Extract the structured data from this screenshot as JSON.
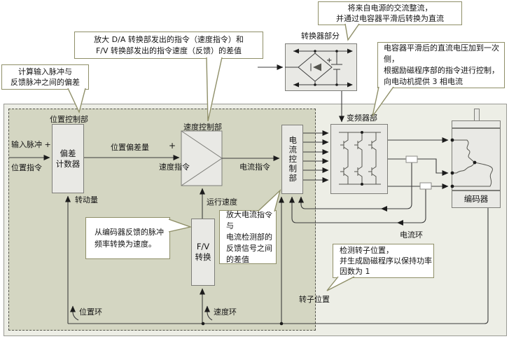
{
  "colors": {
    "callout_border": "#8f8f68",
    "outer_box_fill": "#edeee6",
    "dashed_box_fill": "#d4d6c2",
    "block_fill": "#e9e9e5",
    "line": "#3c3c3c"
  },
  "callouts": {
    "deviation": {
      "lines": [
        "计算输入脉冲与",
        "反馈脉冲之间的偏差"
      ]
    },
    "speed_amp": {
      "lines": [
        "放大 D/A 转换部发出的指令（速度指令）和",
        "F/V 转换部发出的指令速度（反馈）的差值"
      ]
    },
    "converter": {
      "lines": [
        "将来自电源的交流整流，",
        "并通过电容器平滑后转换为直流"
      ]
    },
    "inverter": {
      "lines": [
        "电容器平滑后的直流电压加到一次侧，",
        "根据励磁程序部的指令进行控制，",
        "向电动机提供 3 相电流"
      ]
    },
    "fv": {
      "lines": [
        "从编码器反馈的脉冲",
        "频率转换为速度。"
      ]
    },
    "current_amp": {
      "lines": [
        "放大电流指令与",
        "电流检测部的",
        "反馈信号之间",
        "的差值"
      ]
    },
    "rotor": {
      "lines": [
        "检测转子位置，",
        "并生成励磁程序以保持功率",
        "因数为 1"
      ]
    }
  },
  "blocks": {
    "position_ctrl_label": "位置控制部",
    "deviation_counter_lines": [
      "偏差",
      "计数器"
    ],
    "speed_ctrl_label": "速度控制部",
    "current_ctrl_label": "电流控制部",
    "fv_lines": [
      "F/V",
      "转换"
    ],
    "inverter_label": "变频器部",
    "converter_label": "转换器部分",
    "encoder_label": "编码器"
  },
  "signals": {
    "input_pulse": "输入脉冲 +",
    "position_cmd": "位置指令",
    "position_deviation": "位置偏差量",
    "plus": "+",
    "converter_plus": "+",
    "speed_cmd": "速度指令",
    "rotation_amount": "转动量",
    "current_cmd": "电流指令",
    "running_speed": "运行速度",
    "position_loop": "位置环",
    "speed_loop": "速度环",
    "current_loop": "电流环",
    "rotor_position": "转子位置"
  }
}
